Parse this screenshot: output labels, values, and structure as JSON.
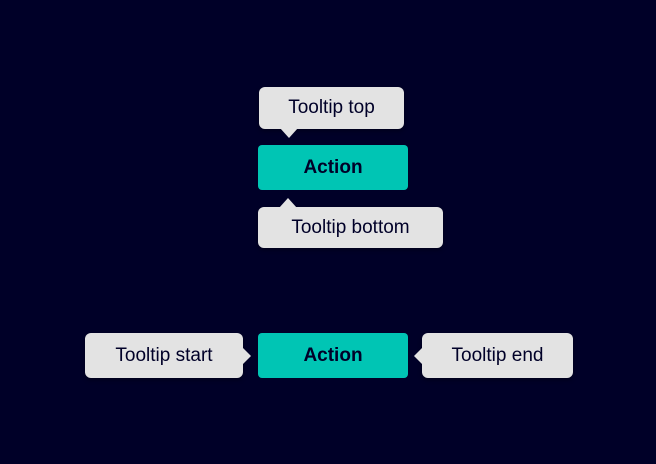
{
  "colors": {
    "background": "#000028",
    "tooltip_bg": "#e3e3e3",
    "action_bg": "#00c5b4",
    "text_dark": "#000028"
  },
  "top_group": {
    "tooltip_top_label": "Tooltip top",
    "action_label": "Action",
    "tooltip_bottom_label": "Tooltip bottom"
  },
  "bottom_group": {
    "tooltip_start_label": "Tooltip start",
    "action_label": "Action",
    "tooltip_end_label": "Tooltip end"
  }
}
